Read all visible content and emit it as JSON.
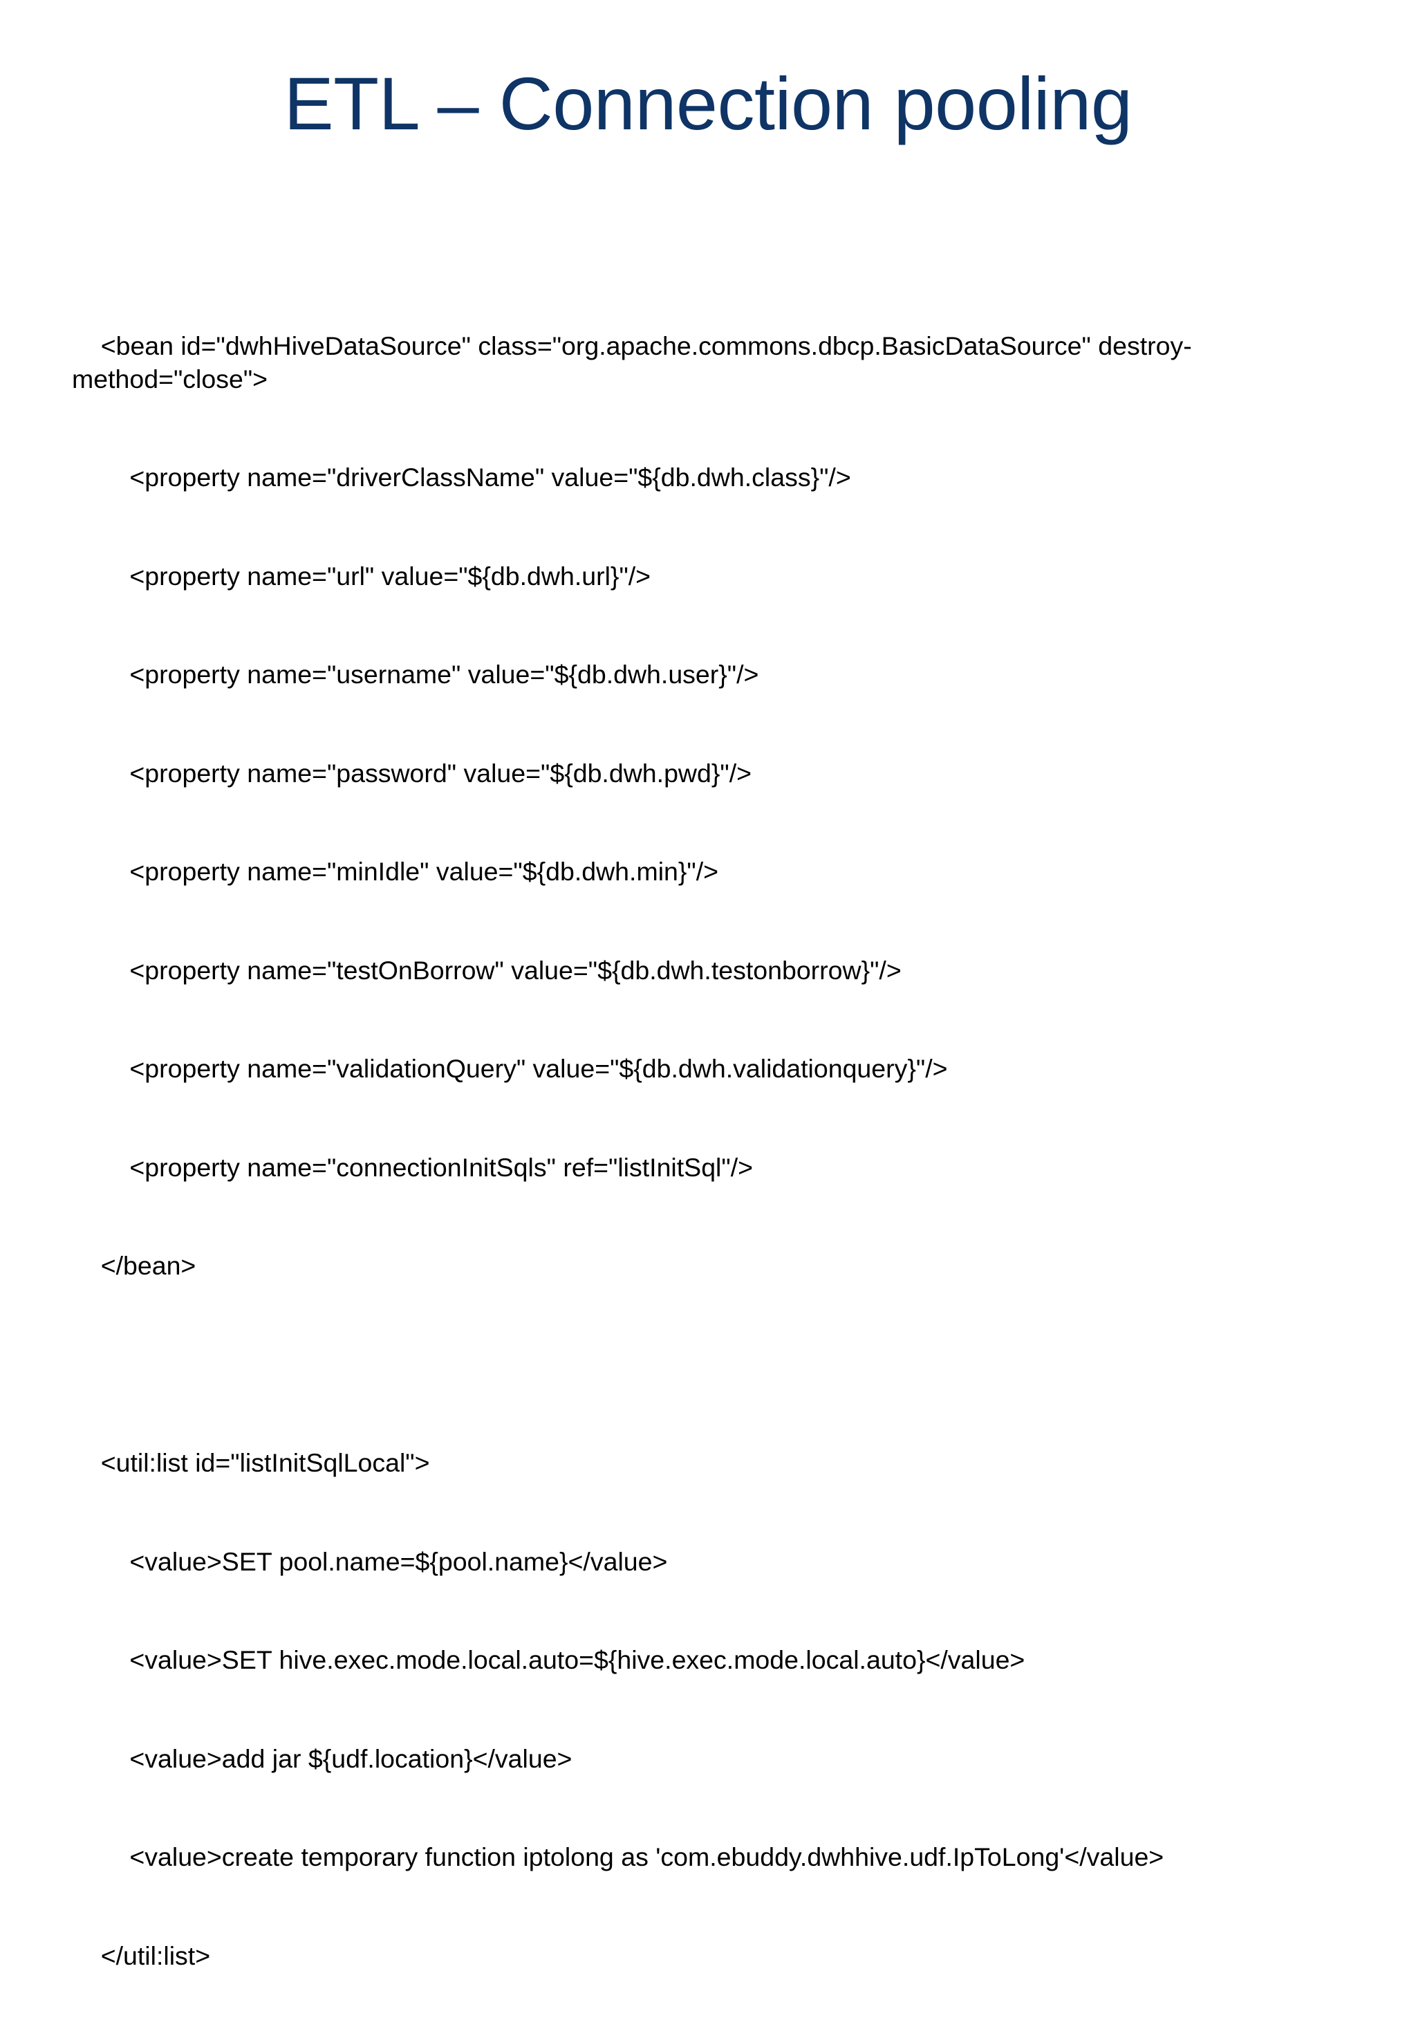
{
  "slide": {
    "title": "ETL – Connection pooling",
    "title_color": "#0F3466",
    "background_color": "#FFFFFF",
    "body_color": "#000000",
    "code_lines": [
      "    <bean id=\"dwhHiveDataSource\" class=\"org.apache.commons.dbcp.BasicDataSource\" destroy-method=\"close\">",
      "        <property name=\"driverClassName\" value=\"${db.dwh.class}\"/>",
      "        <property name=\"url\" value=\"${db.dwh.url}\"/>",
      "        <property name=\"username\" value=\"${db.dwh.user}\"/>",
      "        <property name=\"password\" value=\"${db.dwh.pwd}\"/>",
      "        <property name=\"minIdle\" value=\"${db.dwh.min}\"/>",
      "        <property name=\"testOnBorrow\" value=\"${db.dwh.testonborrow}\"/>",
      "        <property name=\"validationQuery\" value=\"${db.dwh.validationquery}\"/>",
      "        <property name=\"connectionInitSqls\" ref=\"listInitSql\"/>",
      "    </bean>",
      "",
      "    <util:list id=\"listInitSqlLocal\">",
      "        <value>SET pool.name=${pool.name}</value>",
      "        <value>SET hive.exec.mode.local.auto=${hive.exec.mode.local.auto}</value>",
      "        <value>add jar ${udf.location}</value>",
      "        <value>create temporary function iptolong as 'com.ebuddy.dwhhive.udf.IpToLong'</value>",
      "    </util:list>"
    ]
  }
}
